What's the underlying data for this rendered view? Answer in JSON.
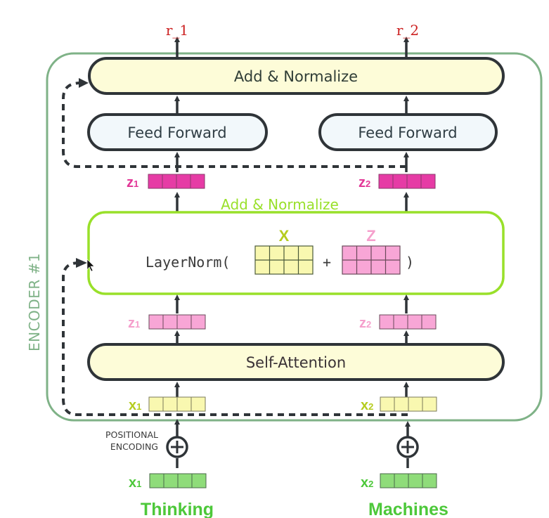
{
  "colors": {
    "encoder_border": "#7fb287",
    "encoder_label": "#7fb287",
    "dark": "#2f3438",
    "add_norm_fill": "#fdfcd8",
    "ff_fill": "#f2f8fb",
    "lime": "#99e02a",
    "lime_text": "#9acd1e",
    "x_yellow": "#f9f8b0",
    "x_text": "#b5cc1f",
    "z_pink": "#f8a6d6",
    "z_pink_text": "#f59fcc",
    "z_magenta": "#e63ba5",
    "z_magenta_text": "#e23797",
    "embed_green": "#8fdc7a",
    "embed_text": "#4dc83a",
    "output_red": "#cc2222"
  },
  "outputs": [
    {
      "label": "r_1"
    },
    {
      "label": "r_2"
    }
  ],
  "encoder": {
    "label": "ENCODER #1"
  },
  "blocks": {
    "top_add_normalize": "Add & Normalize",
    "feed_forward_1": "Feed Forward",
    "feed_forward_2": "Feed Forward",
    "mid_add_normalize": "Add & Normalize",
    "self_attention": "Self-Attention"
  },
  "layernorm": {
    "prefix": "LayerNorm(",
    "plus": "+",
    "suffix": ")",
    "x_label": "X",
    "z_label": "Z"
  },
  "vectors": {
    "z_out": [
      {
        "name": "z",
        "sub": "1"
      },
      {
        "name": "z",
        "sub": "2"
      }
    ],
    "z_attn": [
      {
        "name": "z",
        "sub": "1"
      },
      {
        "name": "z",
        "sub": "2"
      }
    ],
    "x_enc": [
      {
        "name": "x",
        "sub": "1"
      },
      {
        "name": "x",
        "sub": "2"
      }
    ],
    "x_emb": [
      {
        "name": "x",
        "sub": "1"
      },
      {
        "name": "x",
        "sub": "2"
      }
    ]
  },
  "positional_encoding": {
    "line1": "POSITIONAL",
    "line2": "ENCODING"
  },
  "words": [
    "Thinking",
    "Machines"
  ]
}
